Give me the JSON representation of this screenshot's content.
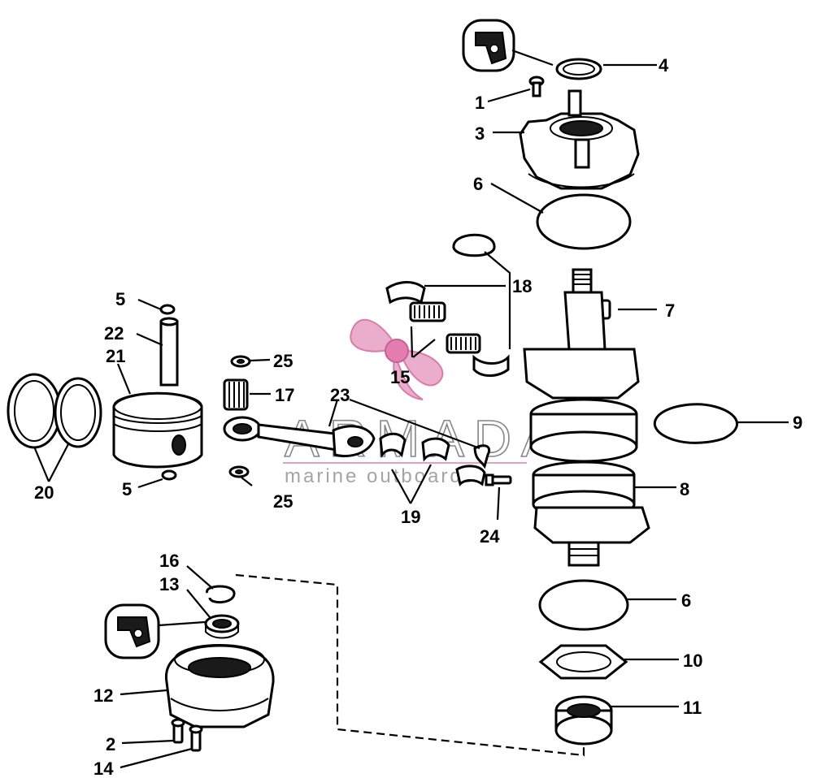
{
  "diagram": {
    "callouts": [
      {
        "id": "4",
        "label": "4"
      },
      {
        "id": "1",
        "label": "1"
      },
      {
        "id": "3",
        "label": "3"
      },
      {
        "id": "6a",
        "label": "6"
      },
      {
        "id": "18",
        "label": "18"
      },
      {
        "id": "7",
        "label": "7"
      },
      {
        "id": "5a",
        "label": "5"
      },
      {
        "id": "22",
        "label": "22"
      },
      {
        "id": "21",
        "label": "21"
      },
      {
        "id": "25a",
        "label": "25"
      },
      {
        "id": "17",
        "label": "17"
      },
      {
        "id": "15",
        "label": "15"
      },
      {
        "id": "23",
        "label": "23"
      },
      {
        "id": "9",
        "label": "9"
      },
      {
        "id": "20",
        "label": "20"
      },
      {
        "id": "5b",
        "label": "5"
      },
      {
        "id": "25b",
        "label": "25"
      },
      {
        "id": "19",
        "label": "19"
      },
      {
        "id": "24",
        "label": "24"
      },
      {
        "id": "8",
        "label": "8"
      },
      {
        "id": "16",
        "label": "16"
      },
      {
        "id": "13",
        "label": "13"
      },
      {
        "id": "6b",
        "label": "6"
      },
      {
        "id": "10",
        "label": "10"
      },
      {
        "id": "12",
        "label": "12"
      },
      {
        "id": "11",
        "label": "11"
      },
      {
        "id": "2",
        "label": "2"
      },
      {
        "id": "14",
        "label": "14"
      }
    ]
  },
  "watermark": {
    "brand": "ARMADA",
    "tagline": "marine outboards",
    "accent_color": "#e8a6c7"
  }
}
